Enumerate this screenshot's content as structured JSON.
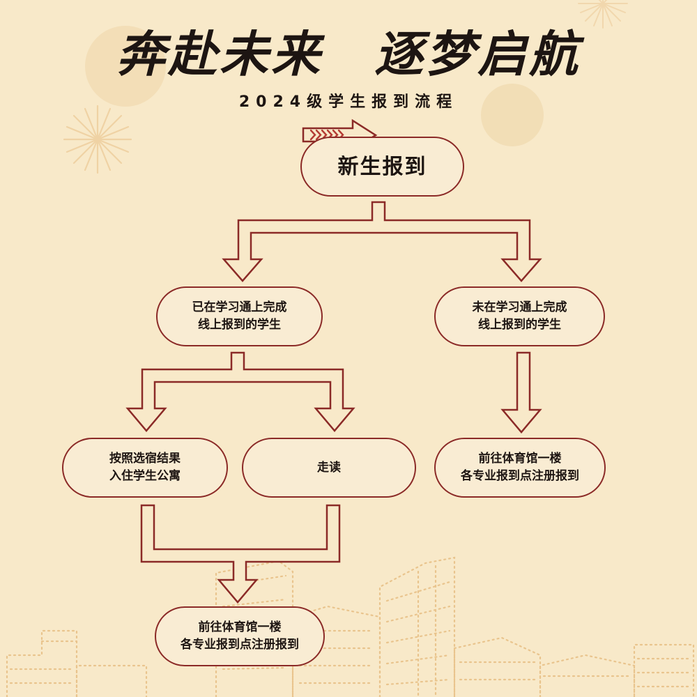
{
  "header": {
    "calligraphy_title": "奔赴未来　逐梦启航",
    "subtitle": "2024级学生报到流程"
  },
  "flow": {
    "start": "新生报到",
    "branch_left": [
      "已在学习通上完成",
      "线上报到的学生"
    ],
    "branch_right": [
      "未在学习通上完成",
      "线上报到的学生"
    ],
    "option_dorm": [
      "按照选宿结果",
      "入住学生公寓"
    ],
    "option_commute": "走读",
    "register_right": [
      "前往体育馆一楼",
      "各专业报到点注册报到"
    ],
    "register_bottom": [
      "前往体育馆一楼",
      "各专业报到点注册报到"
    ]
  },
  "colors": {
    "background": "#f8e9c9",
    "node_border": "#8b2a27",
    "arrow_stroke": "#8b2a27",
    "text": "#1d1512",
    "decor": "#e9c48d"
  },
  "icons": {
    "start_pointer": "double-chevron-arrow-icon",
    "decor": [
      "firework-burst-icon",
      "campus-skyline-illustration"
    ]
  }
}
